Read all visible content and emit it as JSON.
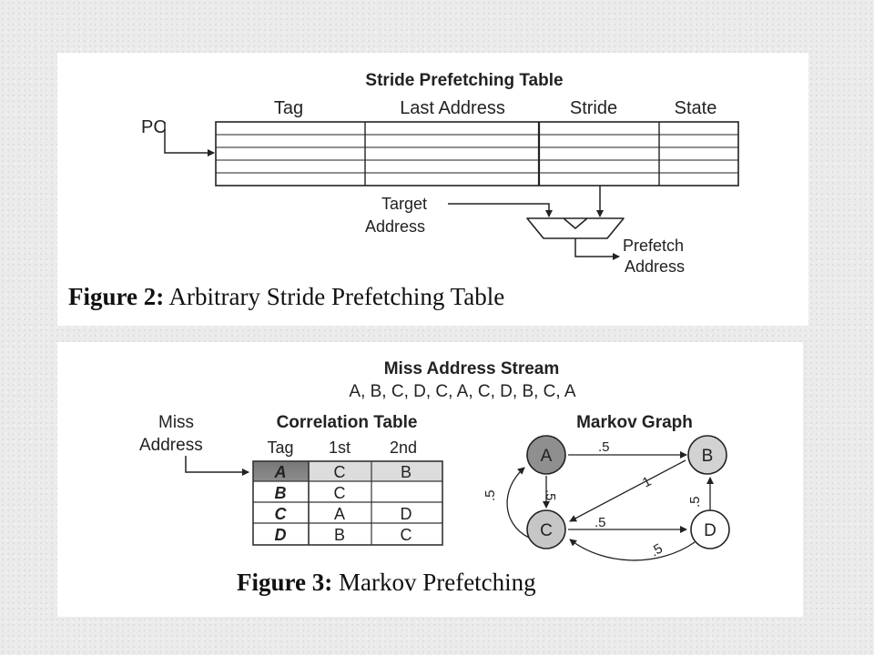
{
  "figure2": {
    "title": "Stride Prefetching Table",
    "columns": [
      "Tag",
      "Last Address",
      "Stride",
      "State"
    ],
    "pc_label": "PC",
    "target_label_1": "Target",
    "target_label_2": "Address",
    "prefetch_label_1": "Prefetch",
    "prefetch_label_2": "Address",
    "caption_prefix": "Figure 2:",
    "caption_text": " Arbitrary Stride Prefetching Table"
  },
  "figure3": {
    "stream_title": "Miss Address Stream",
    "stream_values": "A, B, C, D, C, A, C, D, B, C, A",
    "miss_label_1": "Miss",
    "miss_label_2": "Address",
    "table_title": "Correlation Table",
    "table_headers": [
      "Tag",
      "1st",
      "2nd"
    ],
    "table_rows": [
      [
        "A",
        "C",
        "B"
      ],
      [
        "B",
        "C",
        ""
      ],
      [
        "C",
        "A",
        "D"
      ],
      [
        "D",
        "B",
        "C"
      ]
    ],
    "graph_title": "Markov Graph",
    "nodes": [
      "A",
      "B",
      "C",
      "D"
    ],
    "edges": [
      {
        "from": "A",
        "to": "B",
        "label": ".5"
      },
      {
        "from": "A",
        "to": "C",
        "label": ".5"
      },
      {
        "from": "B",
        "to": "C",
        "label": "1"
      },
      {
        "from": "C",
        "to": "A",
        "label": ".5"
      },
      {
        "from": "C",
        "to": "D",
        "label": ".5"
      },
      {
        "from": "D",
        "to": "B",
        "label": ".5"
      },
      {
        "from": "D",
        "to": "C",
        "label": ".5"
      }
    ],
    "caption_prefix": "Figure 3:",
    "caption_text": " Markov Prefetching"
  }
}
